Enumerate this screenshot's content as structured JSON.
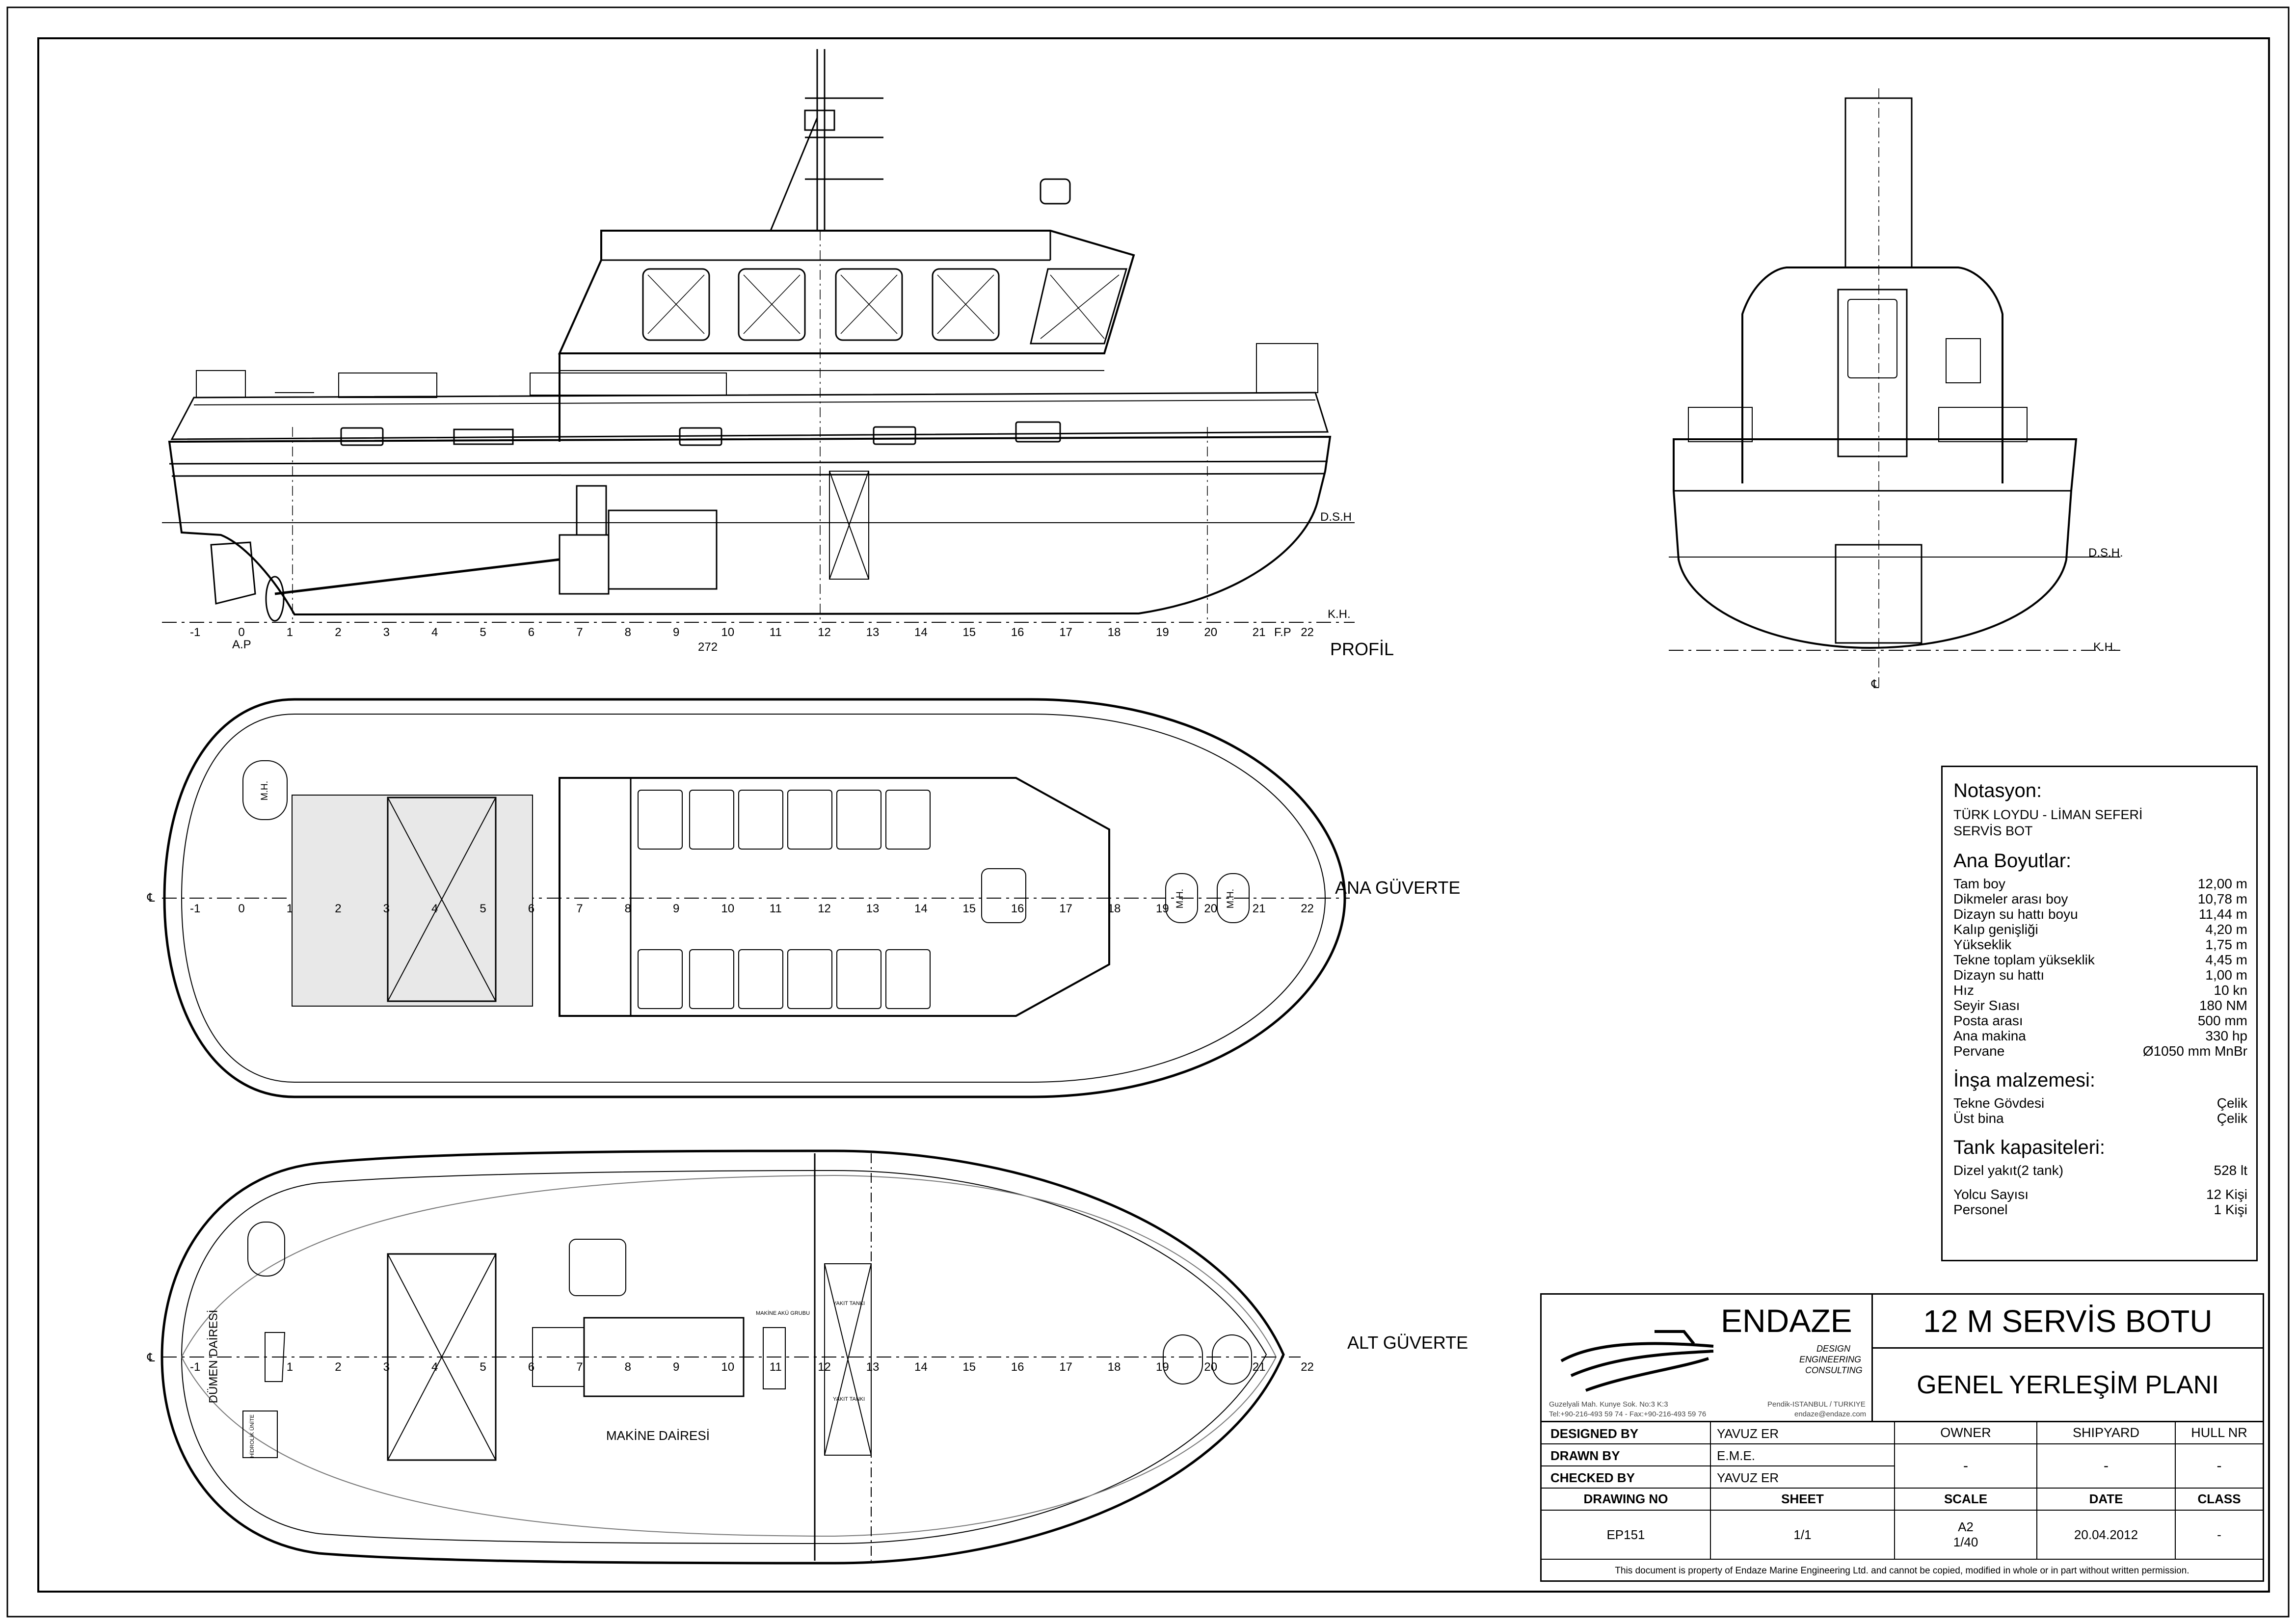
{
  "views": {
    "profile": {
      "title": "PROFİL",
      "labels": {
        "dsh": "D.S.H",
        "kh": "K.H.",
        "ap": "A.P",
        "fp": "F.P",
        "dim": "272"
      },
      "frames": [
        "-1",
        "0",
        "1",
        "2",
        "3",
        "4",
        "5",
        "6",
        "7",
        "8",
        "9",
        "10",
        "11",
        "12",
        "13",
        "14",
        "15",
        "16",
        "17",
        "18",
        "19",
        "20",
        "21",
        "22"
      ]
    },
    "section": {
      "dsh": "D.S.H.",
      "kh": "K.H.",
      "cl": "℄"
    },
    "main_deck": {
      "title": "ANA GÜVERTE",
      "cl": "℄",
      "mh": "M.H.",
      "frames": [
        "-1",
        "0",
        "1",
        "2",
        "3",
        "4",
        "5",
        "6",
        "7",
        "8",
        "9",
        "10",
        "11",
        "12",
        "13",
        "14",
        "15",
        "16",
        "17",
        "18",
        "19",
        "20",
        "21",
        "22"
      ]
    },
    "lower_deck": {
      "title": "ALT GÜVERTE",
      "cl": "℄",
      "engine_room": "MAKİNE DAİRESİ",
      "steering_room": "DÜMEN DAİRESİ",
      "engine_panel": "MAKİNE AKÜ GRUBU",
      "fuel_tank": "YAKIT TANKI",
      "steering_unit": "HİDROLİK ÜNİTE",
      "frames": [
        "-1",
        "1",
        "2",
        "3",
        "4",
        "5",
        "6",
        "7",
        "8",
        "9",
        "10",
        "11",
        "12",
        "13",
        "14",
        "15",
        "16",
        "17",
        "18",
        "19",
        "20",
        "21",
        "22"
      ]
    }
  },
  "notes": {
    "title": "Notasyon:",
    "class_lines": [
      "TÜRK LOYDU - LİMAN SEFERİ",
      "SERVİS BOT"
    ],
    "main_dims_title": "Ana Boyutlar:",
    "main_dims": [
      {
        "label": "Tam boy",
        "value": "12,00 m"
      },
      {
        "label": "Dikmeler arası boy",
        "value": "10,78 m"
      },
      {
        "label": "Dizayn su hattı boyu",
        "value": "11,44 m"
      },
      {
        "label": "Kalıp genişliği",
        "value": "4,20 m"
      },
      {
        "label": "Yükseklik",
        "value": "1,75 m"
      },
      {
        "label": "Tekne toplam yükseklik",
        "value": "4,45 m"
      },
      {
        "label": "Dizayn su hattı",
        "value": "1,00 m"
      },
      {
        "label": "Hız",
        "value": "10 kn"
      },
      {
        "label": "Seyir Sıası",
        "value": "180 NM"
      },
      {
        "label": "Posta arası",
        "value": "500 mm"
      },
      {
        "label": "Ana makina",
        "value": "330 hp"
      },
      {
        "label": "Pervane",
        "value": "Ø1050 mm MnBr"
      }
    ],
    "material_title": "İnşa malzemesi:",
    "materials": [
      {
        "label": "Tekne Gövdesi",
        "value": "Çelik"
      },
      {
        "label": "Üst bina",
        "value": "Çelik"
      }
    ],
    "tank_title": "Tank kapasiteleri:",
    "tanks": [
      {
        "label": "Dizel yakıt(2 tank)",
        "value": "528 lt"
      }
    ],
    "people": [
      {
        "label": "Yolcu Sayısı",
        "value": "12 Kişi"
      },
      {
        "label": "Personel",
        "value": "1 Kişi"
      }
    ]
  },
  "title_block": {
    "company": "ENDAZE",
    "company_sub": [
      "DESIGN",
      "ENGINEERING",
      "CONSULTING"
    ],
    "address_left": [
      "Guzelyali Mah. Kunye Sok. No:3 K:3",
      "Tel:+90-216-493 59 74 - Fax:+90-216-493 59 76"
    ],
    "address_right": [
      "Pendik-ISTANBUL / TURKIYE",
      "endaze@endaze.com"
    ],
    "project": "12 M SERVİS BOTU",
    "drawing": "GENEL YERLEŞİM PLANI",
    "designed_by_label": "DESIGNED BY",
    "designed_by": "YAVUZ ER",
    "drawn_by_label": "DRAWN BY",
    "drawn_by": "E.M.E.",
    "checked_by_label": "CHECKED BY",
    "checked_by": "YAVUZ ER",
    "owner_label": "OWNER",
    "owner": "-",
    "shipyard_label": "SHIPYARD",
    "shipyard": "-",
    "hull_label": "HULL NR",
    "hull": "-",
    "drawing_no_label": "DRAWING NO",
    "drawing_no": "EP151",
    "sheet_label": "SHEET",
    "sheet": "1/1",
    "scale_label": "SCALE",
    "scale_paper": "A2",
    "scale": "1/40",
    "date_label": "DATE",
    "date": "20.04.2012",
    "class_label": "CLASS",
    "class": "-",
    "disclaimer": "This document is property of  Endaze Marine Engineering Ltd. and cannot be copied, modified in whole or in part without written permission."
  }
}
